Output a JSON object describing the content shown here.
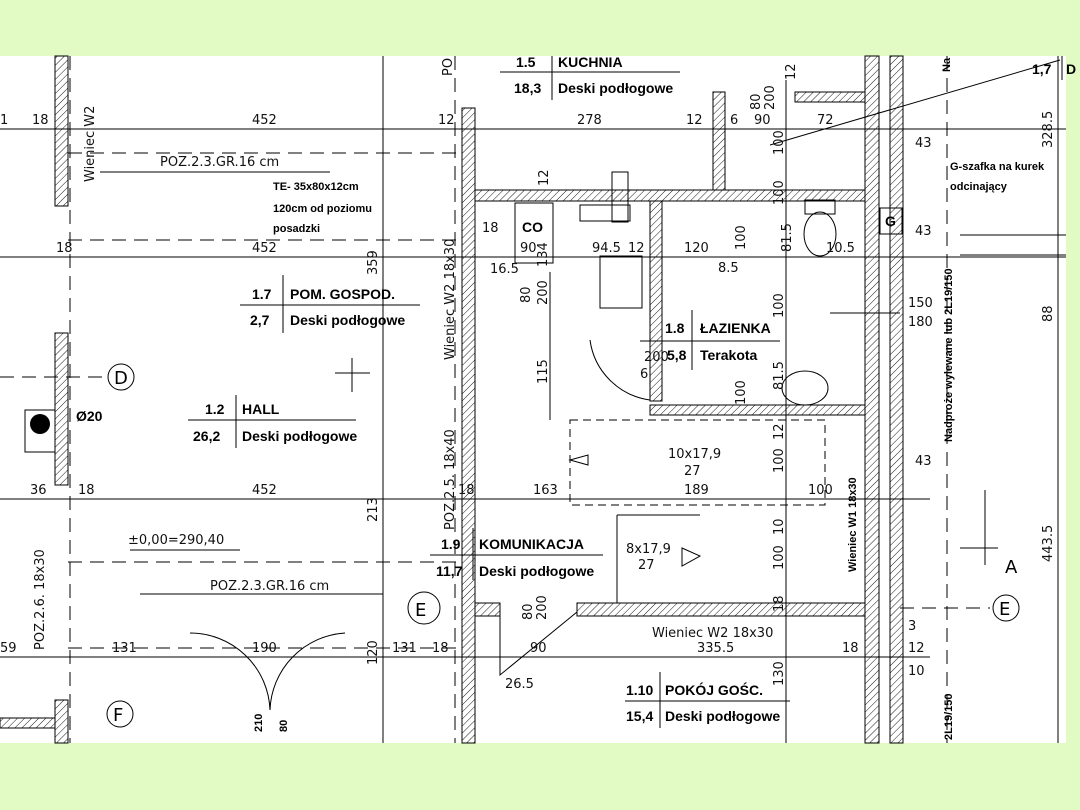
{
  "colors": {
    "background": "#e2fbc4",
    "paper": "#ffffff",
    "ink": "#000000"
  },
  "rooms": [
    {
      "number": "1.5",
      "name": "KUCHNIA",
      "area": "18,3",
      "floor": "Deski podłogowe"
    },
    {
      "number": "1.7",
      "name": "POM. GOSPOD.",
      "area": "2,7",
      "floor": "Deski podłogowe"
    },
    {
      "number": "1.2",
      "name": "HALL",
      "area": "26,2",
      "floor": "Deski podłogowe"
    },
    {
      "number": "1.8",
      "name": "ŁAZIENKA",
      "area": "5,8",
      "floor": "Terakota"
    },
    {
      "number": "1.9",
      "name": "KOMUNIKACJA",
      "area": "11,7",
      "floor": "Deski podłogowe"
    },
    {
      "number": "1.10",
      "name": "POKÓJ GOŚC.",
      "area": "15,4",
      "floor": "Deski podłogowe"
    },
    {
      "number": "1,7",
      "name": "D"
    }
  ],
  "notes": {
    "te1": "TE- 35x80x12cm",
    "te2": "120cm od poziomu",
    "te3": "posadzki",
    "gas1": "G-szafka na kurek",
    "gas2": "odcinający",
    "gas_symbol": "G",
    "co": "CO",
    "chimney": "Ø20",
    "level": "±0,00=290,40",
    "poz_top": "POZ.2.3.GR.16  cm",
    "poz_bottom": "POZ.2.3.GR.16  cm",
    "wieniec_w2_left": "Wieniec  W2",
    "wieniec_w2_mid": "Wieniec  W2  18x30",
    "wieniec_w2_bottom": "Wieniec  W2  18x30",
    "wieniec_w1": "Wieniec W1 18x30",
    "poz25": "POZ.2.5.  18x40",
    "poz26": "POZ.2.6.  18x30",
    "nadproze": "Nadproże wylewane lub 2L19/150",
    "nadproze_bottom": "2L19/150",
    "na": "Na",
    "po": "PO",
    "stairs_top1": "10x17,9",
    "stairs_top2": "27",
    "stairs_bot1": "8x17,9",
    "stairs_bot2": "27"
  },
  "axes": [
    "D",
    "E",
    "E",
    "F",
    "A"
  ],
  "dimensions": {
    "top_row": [
      "1",
      "18",
      "452",
      "12",
      "278",
      "12",
      "6",
      "90",
      "72",
      "43"
    ],
    "row2": [
      "18",
      "452",
      "18",
      "90",
      "94.5",
      "12",
      "120",
      "8.5",
      "81.5",
      "10.5",
      "43",
      "16.5"
    ],
    "row3": [
      "36",
      "18",
      "452",
      "18",
      "163",
      "189",
      "100",
      "43"
    ],
    "row4": [
      "59",
      "131",
      "190",
      "131",
      "18",
      "90",
      "335.5",
      "18",
      "3",
      "12",
      "10",
      "26.5"
    ],
    "vertical": [
      "359",
      "213",
      "120",
      "115",
      "134",
      "200",
      "80",
      "12",
      "100",
      "100",
      "12",
      "100",
      "100",
      "100",
      "10",
      "18",
      "130",
      "328.5",
      "88",
      "443.5",
      "80",
      "200",
      "80",
      "200",
      "12",
      "100",
      "81.5",
      "100",
      "150",
      "180",
      "210",
      "80",
      "200",
      "6"
    ]
  }
}
